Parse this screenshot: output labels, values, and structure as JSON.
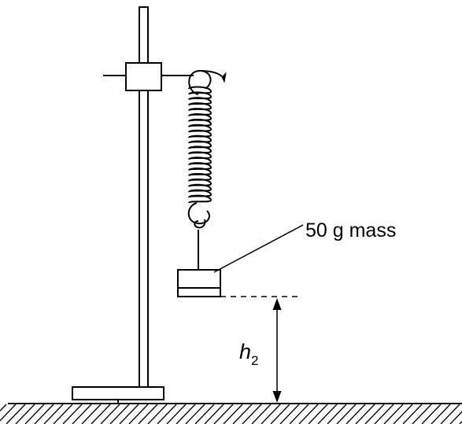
{
  "diagram": {
    "mass_label": "50 g mass",
    "height_symbol": "h",
    "height_subscript": "2"
  },
  "colors": {
    "line": "#000000",
    "background": "#ffffff"
  }
}
